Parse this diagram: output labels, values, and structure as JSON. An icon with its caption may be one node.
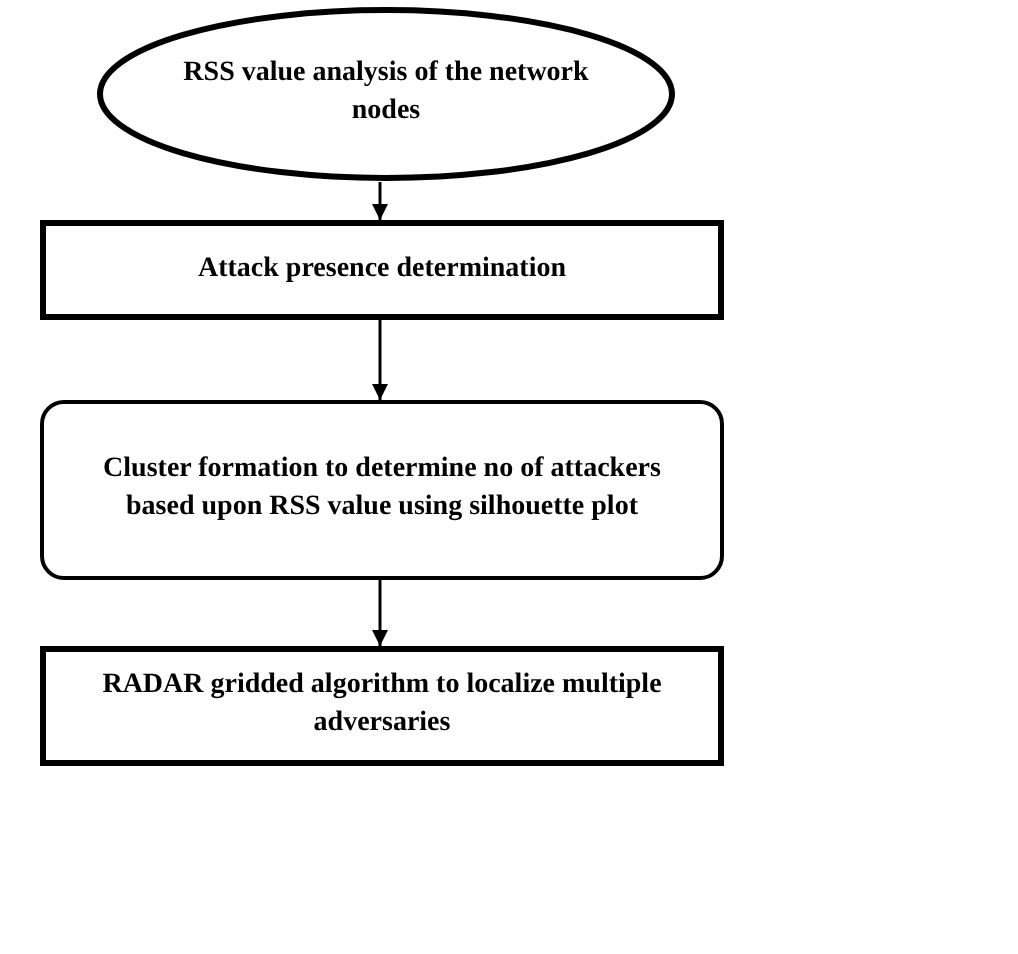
{
  "diagram": {
    "nodes": [
      {
        "text": [
          "RSS value analysis of the network nodes"
        ]
      },
      {
        "text": [
          "Attack presence determination"
        ]
      },
      {
        "text": [
          "Cluster formation to determine no of attackers based upon RSS value using silhouette plot"
        ]
      },
      {
        "text": [
          "RADAR gridded algorithm to localize multiple adversaries"
        ]
      }
    ],
    "edges": [
      {
        "from": 0,
        "to": 1,
        "arrow": "to"
      },
      {
        "from": 1,
        "to": 2,
        "arrow": "to"
      },
      {
        "from": 2,
        "to": 3,
        "arrow": "to"
      }
    ]
  }
}
